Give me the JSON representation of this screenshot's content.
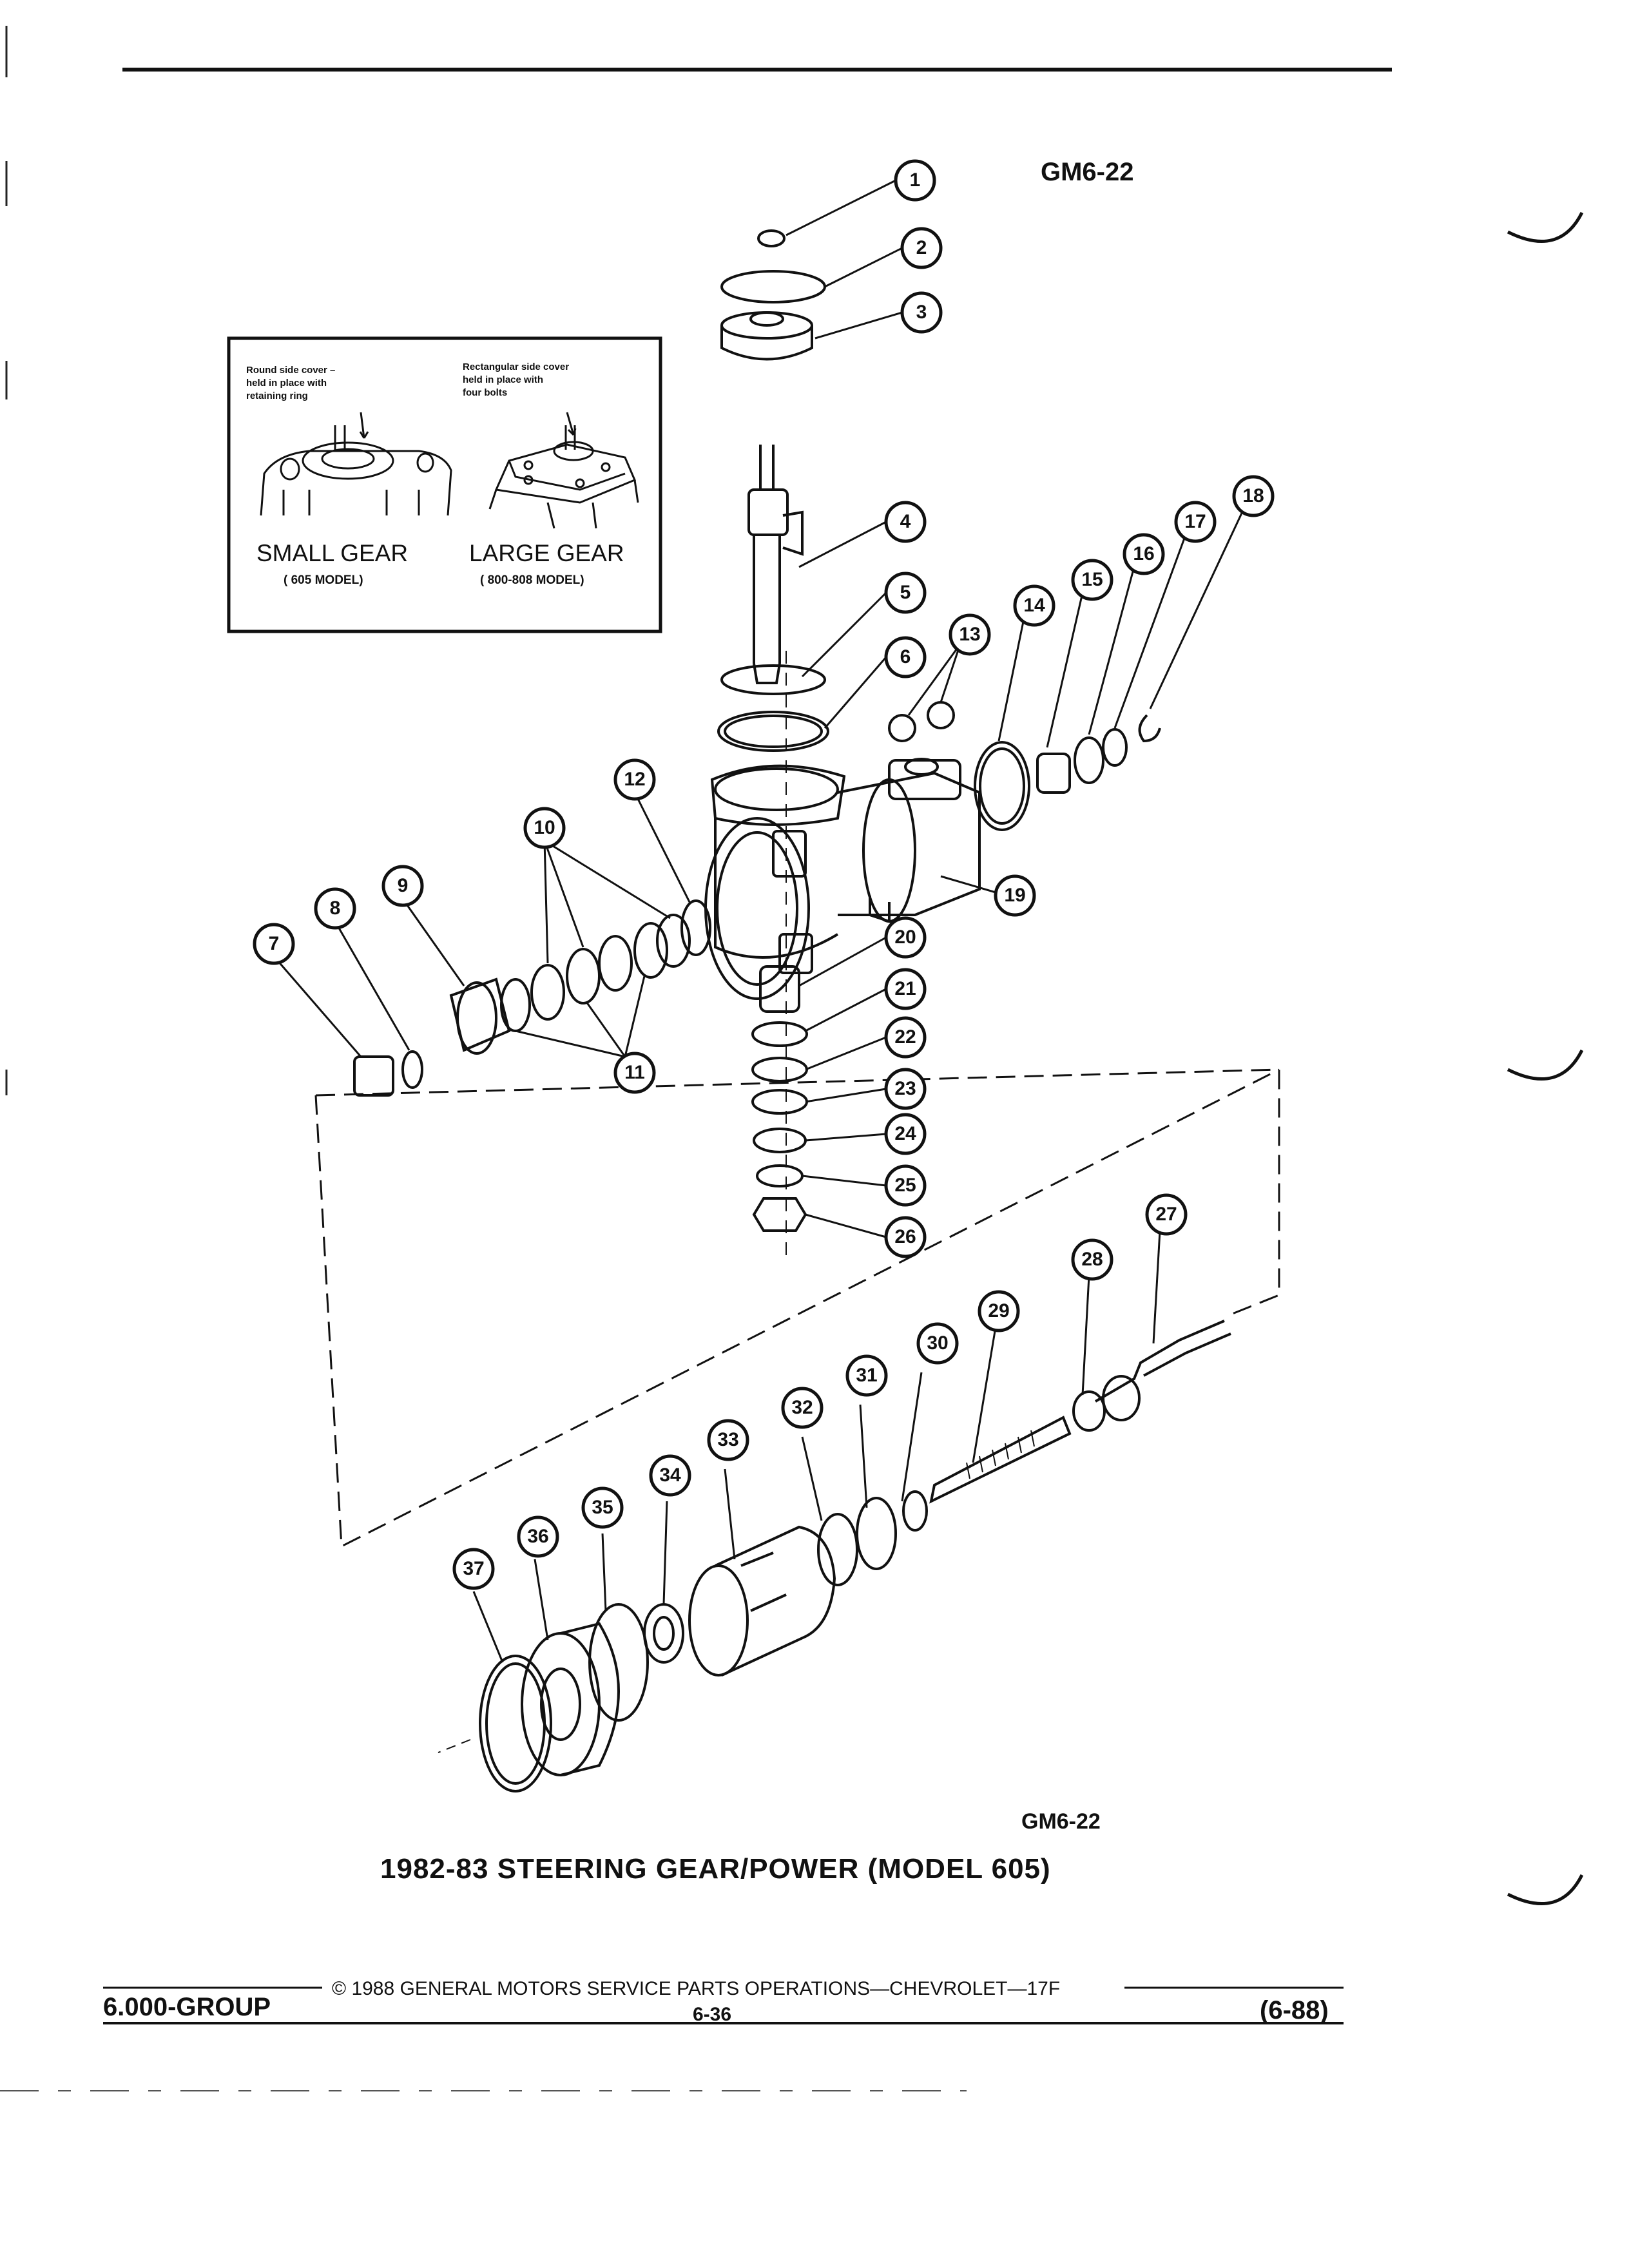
{
  "figure_code": "GM6-22",
  "figure_code_bottom": "GM6-22",
  "title": "1982-83 STEERING GEAR/POWER (MODEL 605)",
  "inset": {
    "left_note_lines": [
      "Round side cover –",
      "held in place with",
      "retaining ring"
    ],
    "right_note_lines": [
      "Rectangular side cover",
      "held in place with",
      "four bolts"
    ],
    "left_label": "SMALL GEAR",
    "left_model": "( 605 MODEL)",
    "right_label": "LARGE GEAR",
    "right_model": "( 800-808 MODEL)"
  },
  "callouts": [
    "1",
    "2",
    "3",
    "4",
    "5",
    "6",
    "7",
    "8",
    "9",
    "10",
    "11",
    "12",
    "13",
    "14",
    "15",
    "16",
    "17",
    "18",
    "19",
    "20",
    "21",
    "22",
    "23",
    "24",
    "25",
    "26",
    "27",
    "28",
    "29",
    "30",
    "31",
    "32",
    "33",
    "34",
    "35",
    "36",
    "37"
  ],
  "footer": {
    "copyright": "© 1988 GENERAL MOTORS SERVICE PARTS OPERATIONS—CHEVROLET—17F",
    "group": "6.000-GROUP",
    "page": "6-36",
    "revision": "(6-88)"
  }
}
